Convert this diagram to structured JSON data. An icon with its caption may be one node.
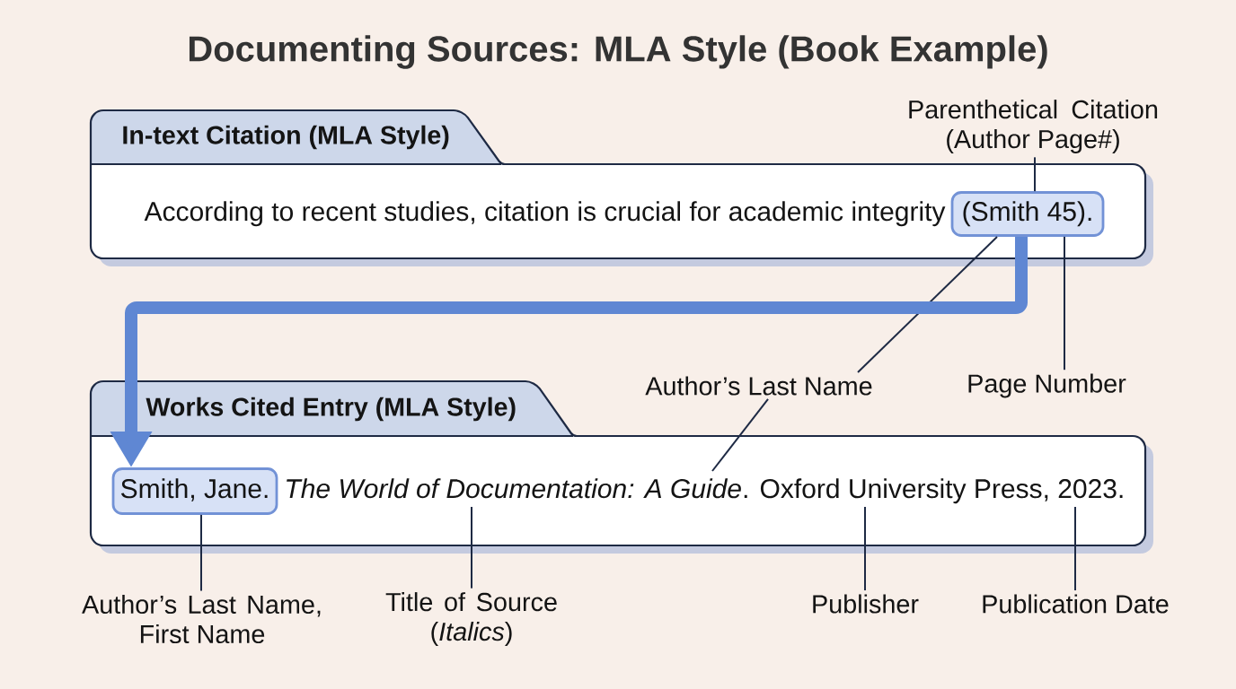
{
  "diagram": {
    "title": "Documenting Sources: MLA Style (Book Example)",
    "nodes": [
      {
        "text": [
          "In-text Citation (MLA Style)",
          "According to recent studies, citation is crucial for academic integrity"
        ]
      },
      {
        "text": [
          "(Smith 45)."
        ],
        "in": 0
      },
      {
        "text": [
          "Parenthetical Citation (Author Page#)"
        ]
      },
      {
        "text": [
          "Author’s Last Name"
        ]
      },
      {
        "text": [
          "Page Number"
        ]
      },
      {
        "text": [
          "Works Cited Entry (MLA Style)",
          "*The World of Documentation: A Guide*. Oxford University Press, 2023."
        ]
      },
      {
        "text": [
          "Smith, Jane."
        ],
        "in": 5
      },
      {
        "text": [
          "Author’s Last Name, First Name"
        ]
      },
      {
        "text": [
          "Title of Source (*Italics*)"
        ]
      },
      {
        "text": [
          "Publisher"
        ]
      },
      {
        "text": [
          "Publication Date"
        ]
      }
    ],
    "edges": [
      {
        "from": 2,
        "to": 1,
        "arrow": "none"
      },
      {
        "from": 3,
        "to": 1,
        "arrow": "none"
      },
      {
        "from": 4,
        "to": 1,
        "arrow": "none"
      },
      {
        "from": 1,
        "to": 6,
        "arrow": "to",
        "style": "thick",
        "color": "#5f87d3"
      },
      {
        "from": 3,
        "to": null,
        "arrow": "none"
      },
      {
        "from": 7,
        "to": 6,
        "arrow": "none"
      },
      {
        "from": 8,
        "to": null,
        "arrow": "none"
      },
      {
        "from": 9,
        "to": null,
        "arrow": "none"
      },
      {
        "from": 10,
        "to": null,
        "arrow": "none"
      }
    ]
  }
}
